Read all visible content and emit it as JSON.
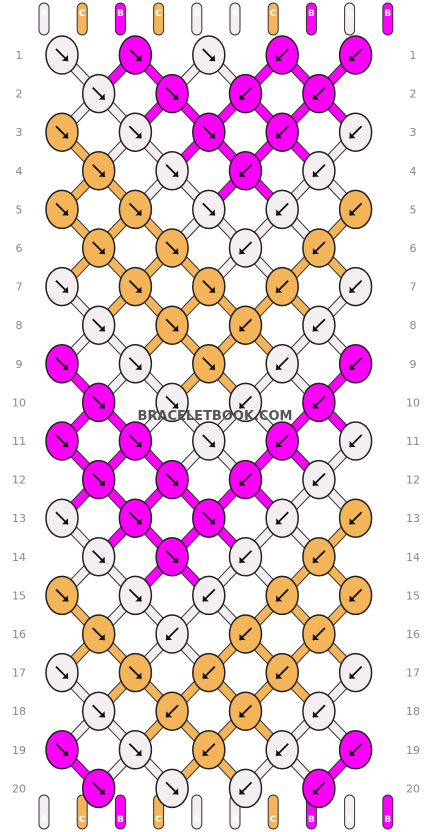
{
  "colors": {
    "A": "#f2eef2",
    "B": "#ff00ff",
    "C": "#f3b45a",
    "outline": "#222222"
  },
  "start_strings": [
    "A",
    "C",
    "B",
    "C",
    "A",
    "A",
    "C",
    "B",
    "A",
    "B"
  ],
  "end_strings": [
    "A",
    "C",
    "B",
    "C",
    "A",
    "A",
    "C",
    "B",
    "A",
    "B"
  ],
  "row_numbers": [
    "1",
    "2",
    "3",
    "4",
    "5",
    "6",
    "7",
    "8",
    "9",
    "10",
    "11",
    "12",
    "13",
    "14",
    "15",
    "16",
    "17",
    "18",
    "19",
    "20"
  ],
  "watermark": "BRACELETBOOK.COM",
  "knots": [
    {
      "row": 1,
      "col": 0,
      "color": "A",
      "dir": "se"
    },
    {
      "row": 1,
      "col": 2,
      "color": "B",
      "dir": "se"
    },
    {
      "row": 1,
      "col": 4,
      "color": "A",
      "dir": "se"
    },
    {
      "row": 1,
      "col": 6,
      "color": "B",
      "dir": "sw"
    },
    {
      "row": 1,
      "col": 8,
      "color": "B",
      "dir": "sw"
    },
    {
      "row": 2,
      "col": 1,
      "color": "A",
      "dir": "se"
    },
    {
      "row": 2,
      "col": 3,
      "color": "B",
      "dir": "se"
    },
    {
      "row": 2,
      "col": 5,
      "color": "B",
      "dir": "sw"
    },
    {
      "row": 2,
      "col": 7,
      "color": "B",
      "dir": "sw"
    },
    {
      "row": 3,
      "col": 0,
      "color": "C",
      "dir": "se"
    },
    {
      "row": 3,
      "col": 2,
      "color": "A",
      "dir": "se"
    },
    {
      "row": 3,
      "col": 4,
      "color": "B",
      "dir": "se"
    },
    {
      "row": 3,
      "col": 6,
      "color": "B",
      "dir": "sw"
    },
    {
      "row": 3,
      "col": 8,
      "color": "A",
      "dir": "sw"
    },
    {
      "row": 4,
      "col": 1,
      "color": "C",
      "dir": "se"
    },
    {
      "row": 4,
      "col": 3,
      "color": "A",
      "dir": "se"
    },
    {
      "row": 4,
      "col": 5,
      "color": "B",
      "dir": "sw"
    },
    {
      "row": 4,
      "col": 7,
      "color": "A",
      "dir": "sw"
    },
    {
      "row": 5,
      "col": 0,
      "color": "C",
      "dir": "se"
    },
    {
      "row": 5,
      "col": 2,
      "color": "C",
      "dir": "se"
    },
    {
      "row": 5,
      "col": 4,
      "color": "A",
      "dir": "se"
    },
    {
      "row": 5,
      "col": 6,
      "color": "A",
      "dir": "sw"
    },
    {
      "row": 5,
      "col": 8,
      "color": "C",
      "dir": "sw"
    },
    {
      "row": 6,
      "col": 1,
      "color": "C",
      "dir": "se"
    },
    {
      "row": 6,
      "col": 3,
      "color": "C",
      "dir": "se"
    },
    {
      "row": 6,
      "col": 5,
      "color": "A",
      "dir": "sw"
    },
    {
      "row": 6,
      "col": 7,
      "color": "C",
      "dir": "sw"
    },
    {
      "row": 7,
      "col": 0,
      "color": "A",
      "dir": "se"
    },
    {
      "row": 7,
      "col": 2,
      "color": "C",
      "dir": "se"
    },
    {
      "row": 7,
      "col": 4,
      "color": "C",
      "dir": "se"
    },
    {
      "row": 7,
      "col": 6,
      "color": "C",
      "dir": "sw"
    },
    {
      "row": 7,
      "col": 8,
      "color": "A",
      "dir": "sw"
    },
    {
      "row": 8,
      "col": 1,
      "color": "A",
      "dir": "se"
    },
    {
      "row": 8,
      "col": 3,
      "color": "C",
      "dir": "se"
    },
    {
      "row": 8,
      "col": 5,
      "color": "C",
      "dir": "sw"
    },
    {
      "row": 8,
      "col": 7,
      "color": "A",
      "dir": "sw"
    },
    {
      "row": 9,
      "col": 0,
      "color": "B",
      "dir": "se"
    },
    {
      "row": 9,
      "col": 2,
      "color": "A",
      "dir": "se"
    },
    {
      "row": 9,
      "col": 4,
      "color": "C",
      "dir": "se"
    },
    {
      "row": 9,
      "col": 6,
      "color": "A",
      "dir": "sw"
    },
    {
      "row": 9,
      "col": 8,
      "color": "B",
      "dir": "sw"
    },
    {
      "row": 10,
      "col": 1,
      "color": "B",
      "dir": "se"
    },
    {
      "row": 10,
      "col": 3,
      "color": "A",
      "dir": "se"
    },
    {
      "row": 10,
      "col": 5,
      "color": "A",
      "dir": "sw"
    },
    {
      "row": 10,
      "col": 7,
      "color": "B",
      "dir": "sw"
    },
    {
      "row": 11,
      "col": 0,
      "color": "B",
      "dir": "se"
    },
    {
      "row": 11,
      "col": 2,
      "color": "B",
      "dir": "se"
    },
    {
      "row": 11,
      "col": 4,
      "color": "A",
      "dir": "se"
    },
    {
      "row": 11,
      "col": 6,
      "color": "B",
      "dir": "sw"
    },
    {
      "row": 11,
      "col": 8,
      "color": "A",
      "dir": "sw"
    },
    {
      "row": 12,
      "col": 1,
      "color": "B",
      "dir": "se"
    },
    {
      "row": 12,
      "col": 3,
      "color": "B",
      "dir": "se"
    },
    {
      "row": 12,
      "col": 5,
      "color": "B",
      "dir": "sw"
    },
    {
      "row": 12,
      "col": 7,
      "color": "A",
      "dir": "sw"
    },
    {
      "row": 13,
      "col": 0,
      "color": "A",
      "dir": "se"
    },
    {
      "row": 13,
      "col": 2,
      "color": "B",
      "dir": "se"
    },
    {
      "row": 13,
      "col": 4,
      "color": "B",
      "dir": "se"
    },
    {
      "row": 13,
      "col": 6,
      "color": "A",
      "dir": "sw"
    },
    {
      "row": 13,
      "col": 8,
      "color": "C",
      "dir": "sw"
    },
    {
      "row": 14,
      "col": 1,
      "color": "A",
      "dir": "se"
    },
    {
      "row": 14,
      "col": 3,
      "color": "B",
      "dir": "se"
    },
    {
      "row": 14,
      "col": 5,
      "color": "A",
      "dir": "sw"
    },
    {
      "row": 14,
      "col": 7,
      "color": "C",
      "dir": "sw"
    },
    {
      "row": 15,
      "col": 0,
      "color": "C",
      "dir": "se"
    },
    {
      "row": 15,
      "col": 2,
      "color": "A",
      "dir": "se"
    },
    {
      "row": 15,
      "col": 4,
      "color": "A",
      "dir": "sw"
    },
    {
      "row": 15,
      "col": 6,
      "color": "C",
      "dir": "sw"
    },
    {
      "row": 15,
      "col": 8,
      "color": "C",
      "dir": "sw"
    },
    {
      "row": 16,
      "col": 1,
      "color": "C",
      "dir": "se"
    },
    {
      "row": 16,
      "col": 3,
      "color": "A",
      "dir": "sw"
    },
    {
      "row": 16,
      "col": 5,
      "color": "C",
      "dir": "sw"
    },
    {
      "row": 16,
      "col": 7,
      "color": "C",
      "dir": "sw"
    },
    {
      "row": 17,
      "col": 0,
      "color": "A",
      "dir": "se"
    },
    {
      "row": 17,
      "col": 2,
      "color": "C",
      "dir": "se"
    },
    {
      "row": 17,
      "col": 4,
      "color": "C",
      "dir": "sw"
    },
    {
      "row": 17,
      "col": 6,
      "color": "C",
      "dir": "sw"
    },
    {
      "row": 17,
      "col": 8,
      "color": "A",
      "dir": "sw"
    },
    {
      "row": 18,
      "col": 1,
      "color": "A",
      "dir": "se"
    },
    {
      "row": 18,
      "col": 3,
      "color": "C",
      "dir": "sw"
    },
    {
      "row": 18,
      "col": 5,
      "color": "C",
      "dir": "sw"
    },
    {
      "row": 18,
      "col": 7,
      "color": "A",
      "dir": "sw"
    },
    {
      "row": 19,
      "col": 0,
      "color": "B",
      "dir": "se"
    },
    {
      "row": 19,
      "col": 2,
      "color": "A",
      "dir": "se"
    },
    {
      "row": 19,
      "col": 4,
      "color": "C",
      "dir": "sw"
    },
    {
      "row": 19,
      "col": 6,
      "color": "A",
      "dir": "sw"
    },
    {
      "row": 19,
      "col": 8,
      "color": "B",
      "dir": "sw"
    },
    {
      "row": 20,
      "col": 1,
      "color": "B",
      "dir": "se"
    },
    {
      "row": 20,
      "col": 3,
      "color": "A",
      "dir": "se"
    },
    {
      "row": 20,
      "col": 5,
      "color": "A",
      "dir": "sw"
    },
    {
      "row": 20,
      "col": 7,
      "color": "B",
      "dir": "sw"
    }
  ]
}
